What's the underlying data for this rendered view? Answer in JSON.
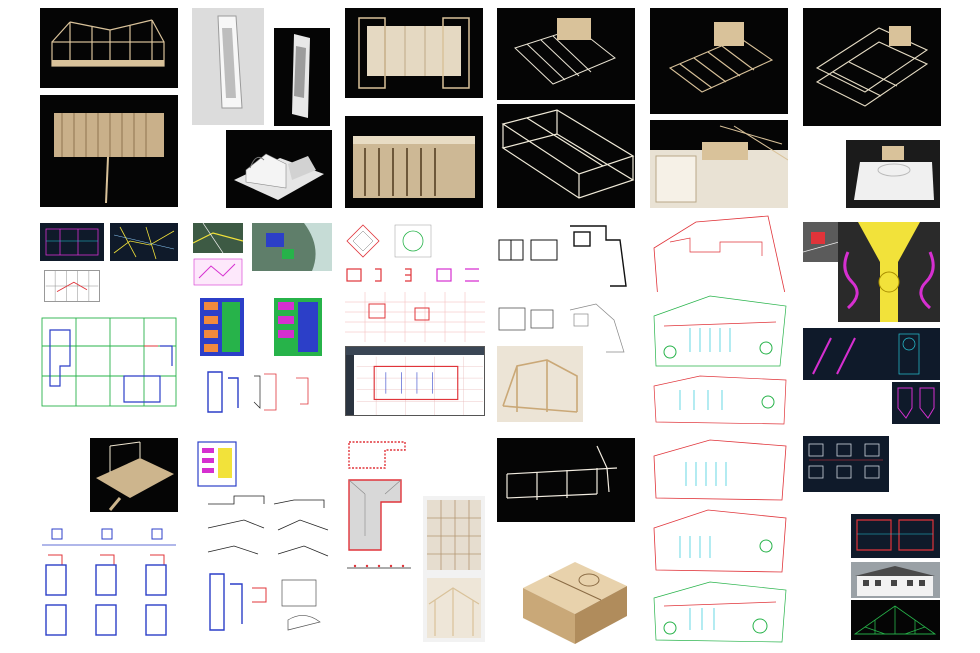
{
  "collage": {
    "background": "#ffffff",
    "palette": {
      "model_wood": "#d9c29a",
      "model_white": "#eeeeee",
      "cad_red": "#e0343a",
      "cad_blue": "#2c3fc8",
      "cad_green": "#27b34a",
      "cad_magenta": "#d62fd0",
      "cad_cyan": "#27c7d8",
      "dark_bg": "#050505",
      "navy_bg": "#0f1a2a",
      "plan_yellow": "#f2e23a"
    },
    "tile_kinds": [
      "physical-model-photo",
      "white-massing-model-photo",
      "cad-floor-plan",
      "cad-site-plan",
      "cad-section",
      "aerial-map",
      "cad-software-window",
      "elevation-photo"
    ]
  }
}
